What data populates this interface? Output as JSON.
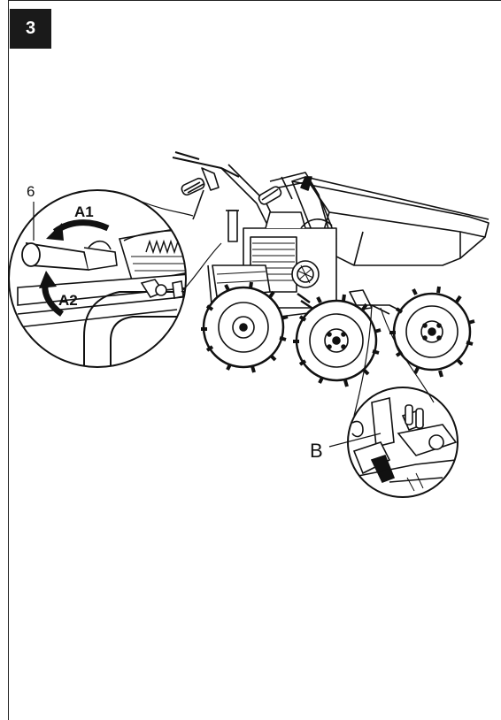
{
  "figure": {
    "number": "3"
  },
  "callouts": {
    "part_6": "6",
    "arrow_a1": "A1",
    "arrow_a2": "A2",
    "part_b": "B"
  }
}
